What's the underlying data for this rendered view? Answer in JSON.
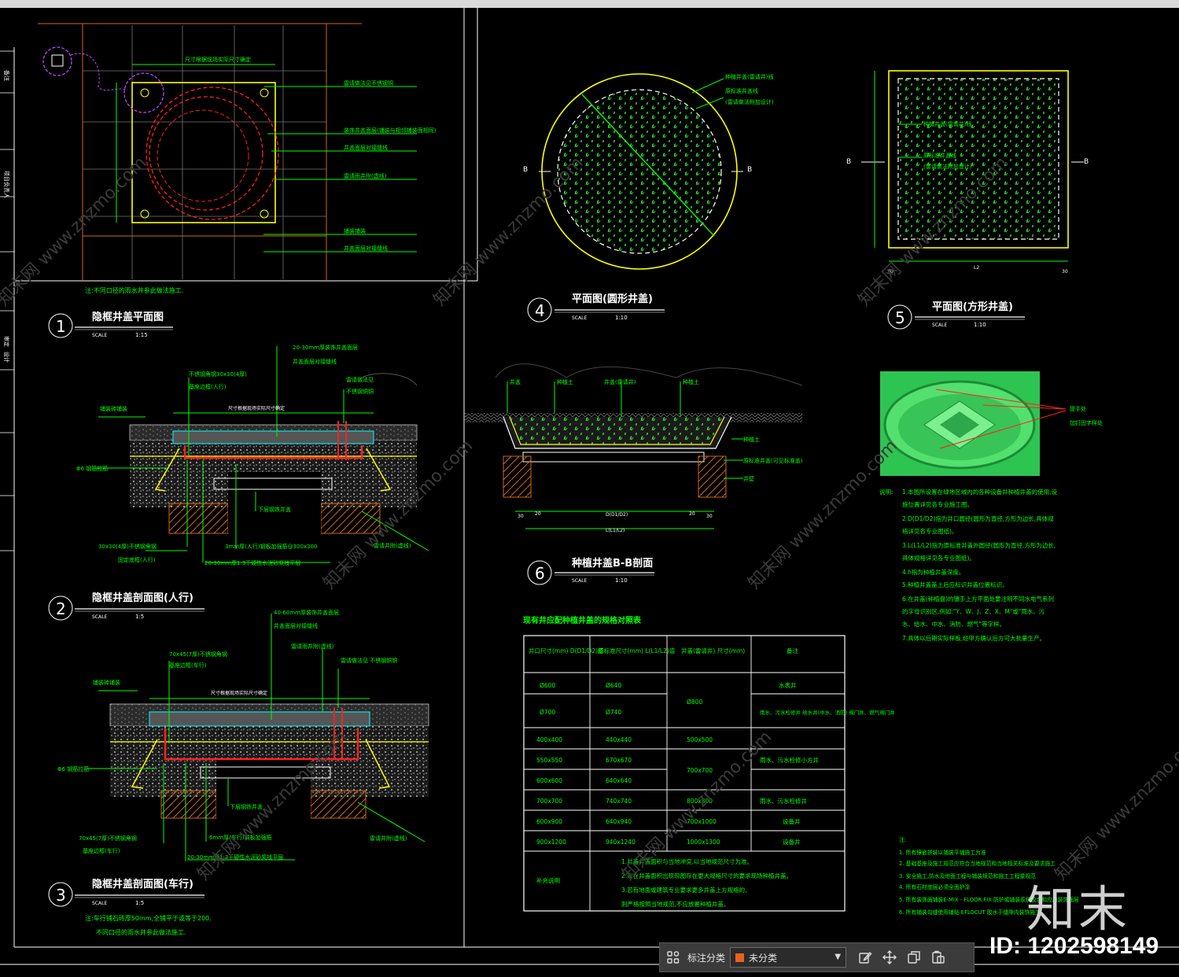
{
  "drawing": {
    "fig1": {
      "num": "1",
      "title": "隐框井盖平面图",
      "scale_label": "SCALE",
      "scale_value": "1:15",
      "note": "注:不同口径的雨水井参此做法施工.",
      "labels": [
        "雷请做法见不锈钢铜",
        "装饰井盖面层(铺装与相邻铺装面相同)",
        "井盖面层对接缝线",
        "雷请雨井附(虚线)",
        "铺装铺装",
        "井盖面层对接缝线"
      ],
      "dim": "尺寸根据现场实际尺寸确定"
    },
    "fig2": {
      "num": "2",
      "title": "隐框井盖剖面图(人行)",
      "scale_label": "SCALE",
      "scale_value": "1:5",
      "labels": [
        "20-30mm厚装饰井盖面层",
        "井盖面层对接缝线",
        "不锈钢角钢30x30(4厚)",
        "基座边框(人行)",
        "雷请做法见",
        "不锈钢铜铜",
        "铺装砖铺装",
        "Φ6 钢筋拉筋",
        "30x30(4厚)不锈钢角钢",
        "固定底框(人行)",
        "下层钢铁井盖",
        "3mm厚(人行)钢板加强筋@300x300",
        "20-30mm厚1:3干硬性水泥砂浆找平层",
        "雷请井附(虚线)"
      ],
      "dim": "尺寸根据现场实际尺寸确定"
    },
    "fig3": {
      "num": "3",
      "title": "隐框井盖剖面图(车行)",
      "scale_label": "SCALE",
      "scale_value": "1:5",
      "note1": "注:车行铺石砖厚50mm,全铺平于或等于200.",
      "note2": "不同口径的雨水井参此做法施工.",
      "labels": [
        "40-60mm厚装饰井盖面层",
        "井盖面层对接缝线",
        "70x45(7厚)不锈钢角钢",
        "基座边框(车行)",
        "铺装砖铺装",
        "雷请雨井附(虚线)",
        "雷请做法见 不锈钢铜铜",
        "Φ6 钢筋拉筋",
        "70x45(7厚)不锈钢角钢",
        "基座边框(车行)",
        "下层钢铁井盖",
        "6mm厚(车行)钢板加强筋",
        "20-30mm厚1:3干硬性水泥砂浆找平层",
        "雷请井附(虚线)"
      ],
      "dim": "尺寸根据现场实际尺寸确定"
    },
    "fig4": {
      "num": "4",
      "title": "平面图(圆形井盖)",
      "scale_label": "SCALE",
      "scale_value": "1:10",
      "labels": [
        "种植井盖(雷请井)线",
        "原标准井盖线",
        "(雷请做法附加设计)"
      ],
      "section": "B"
    },
    "fig5": {
      "num": "5",
      "title": "平面图(方形井盖)",
      "scale_label": "SCALE",
      "scale_value": "1:10",
      "labels": [
        "种植井盖(雷请井)线",
        "原标准井盖线",
        "(雷请做法附加设计)"
      ],
      "section": "B",
      "dims": [
        "30",
        "L2",
        "30"
      ]
    },
    "fig6": {
      "num": "6",
      "title": "种植井盖B-B剖面",
      "scale_label": "SCALE",
      "scale_value": "1:10",
      "labels": [
        "井盖",
        "种植土",
        "井盖(雷请井)",
        "种植土",
        "种植土",
        "原标准井盖(可见标准盖)",
        "井壁"
      ],
      "dims": [
        "30",
        "20",
        "D(D1/D2)",
        "20",
        "30",
        "L(L1/L2)"
      ]
    },
    "photo_labels": [
      "提手处",
      "加钉固字样处"
    ],
    "notes_title": "说明:",
    "notes": [
      "1.本图所设置在绿地区域内的各种设备井种植井盖的使用,设",
      "  施位置详见各专业施工图。",
      "2.D(D1/D2)指为井口圆径(圆形为直径,方形为边长,具体规",
      "  格详见各专业图纸)。",
      "3.L(L1/L2)指为原标准井盖外圆径(圆形为直径,方形为边长,",
      "  具体规格详见各专业图纸)。",
      "4.h指为种植井盖深度。",
      "5.种植井盖盖上后应标识井盖位置标识。",
      "6.在井盖(种植盘)的镶手上方平面处要注明不同水电气系列",
      "  的字母识别区,例如:\"Y、W、J、Z、X、M\"或\"雨水、污",
      "  水、给水、中水、消防、燃气\"等字样。",
      "7.具体以后期实际样板,经甲方确认后方可大批量生产。"
    ],
    "table": {
      "title": "现有井应配种植井盖的规格对照表",
      "headers": [
        "井口尺寸(mm) D(D1/D2)值",
        "原标准尺寸(mm) L(L1/L2)值",
        "井盖(雷请井) 尺寸(mm)",
        "备注"
      ],
      "rows": [
        [
          "Ø600",
          "Ø640",
          "",
          "水表井"
        ],
        [
          "Ø700",
          "Ø740",
          "Ø800",
          "雨水、污水检修井 给水井(中水、消防) 阀门井、燃气阀门井"
        ],
        [
          "400x400",
          "440x440",
          "500x500",
          ""
        ],
        [
          "550x550",
          "670x670",
          "",
          "雨水、污水检修小方井"
        ],
        [
          "600x600",
          "640x640",
          "700x700",
          ""
        ],
        [
          "700x700",
          "740x740",
          "800x800",
          "雨水、污水检修井"
        ],
        [
          "600x900",
          "640x940",
          "700x1000",
          "设备井"
        ],
        [
          "900x1200",
          "940x1240",
          "1000x1300",
          "设备井"
        ]
      ],
      "remarks_label": "补充说明",
      "remarks": [
        "1.井盖井盖面积与当地冲突,以当地规范尺寸为准。",
        "2.未在井盖面积出现现图存在更大规格尺寸的要求现场种植井盖。",
        "3.若有地面或建筑专业要求更多井盖上方规格的,",
        "  则严格按照当地规范,不应放置种植井盖。"
      ]
    },
    "notes2_title": "注:",
    "notes2": [
      "1. 所有镶嵌拼装以铺装平铺施工为准",
      "2. 基础基座及施工规范应符合当地规范和当地相关标准及要求施工",
      "3. 安全施工,防水及地面工程与铺装规范和施工工程量规范",
      "4. 所有石材底层必须全面护涂",
      "5. 所有装饰面铺装E-MIX - FLOOR FIX 防护或铺装系统胶合和应用装饰面层",
      "6. 所有铺装勾缝使用铺贴 EFLOCUT 胶水于缝隙内装饰施工"
    ],
    "side_labels": [
      "备注",
      "项目负责人",
      "审定",
      "设计"
    ]
  },
  "toolbar": {
    "label": "标注分类",
    "select_value": "未分类",
    "swatch_color": "#e8611d"
  },
  "watermark": {
    "logo": "知末",
    "id": "ID: 1202598149",
    "site": "知末网 www.znzmo.com"
  },
  "colors": {
    "green": "#00ff00",
    "yellow": "#ffff00",
    "red": "#ff2020",
    "orange": "#d0661a",
    "cyan": "#00ffff",
    "white": "#ffffff"
  }
}
